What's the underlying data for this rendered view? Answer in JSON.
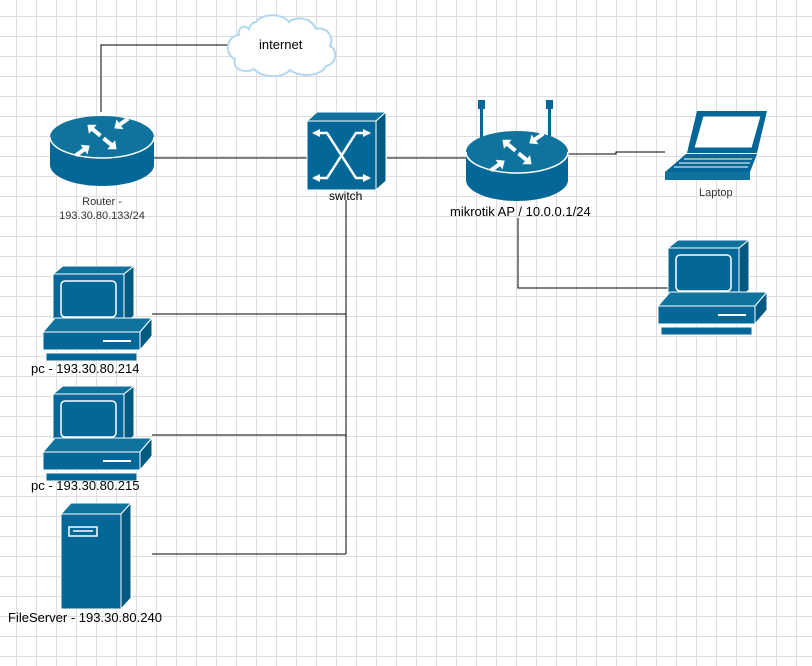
{
  "diagram": {
    "colors": {
      "device_fill": "#036897",
      "device_light": "#10739e",
      "device_stroke": "#ffffff",
      "link_color": "#000000",
      "cloud_stroke": "#b3d7ef"
    },
    "nodes": {
      "internet": {
        "label": "internet",
        "icon": "cloud-icon"
      },
      "router": {
        "label": "Router -\n193.30.80.133/24",
        "icon": "router-icon"
      },
      "switch": {
        "label": "switch",
        "icon": "switch-icon"
      },
      "ap": {
        "label": "mikrotik AP / 10.0.0.1/24",
        "icon": "wireless-router-icon"
      },
      "laptop": {
        "label": "Laptop",
        "icon": "laptop-icon"
      },
      "pc_wireless": {
        "label": "",
        "icon": "desktop-pc-icon"
      },
      "pc1": {
        "label": "pc - 193.30.80.214",
        "icon": "desktop-pc-icon"
      },
      "pc2": {
        "label": "pc - 193.30.80.215",
        "icon": "desktop-pc-icon"
      },
      "fileserver": {
        "label": "FileServer - 193.30.80.240",
        "icon": "server-tower-icon"
      }
    },
    "links": [
      {
        "from": "router",
        "to": "internet"
      },
      {
        "from": "router",
        "to": "switch"
      },
      {
        "from": "switch",
        "to": "ap"
      },
      {
        "from": "ap",
        "to": "laptop"
      },
      {
        "from": "ap",
        "to": "pc_wireless"
      },
      {
        "from": "switch",
        "to": "pc1"
      },
      {
        "from": "switch",
        "to": "pc2"
      },
      {
        "from": "switch",
        "to": "fileserver"
      }
    ]
  }
}
